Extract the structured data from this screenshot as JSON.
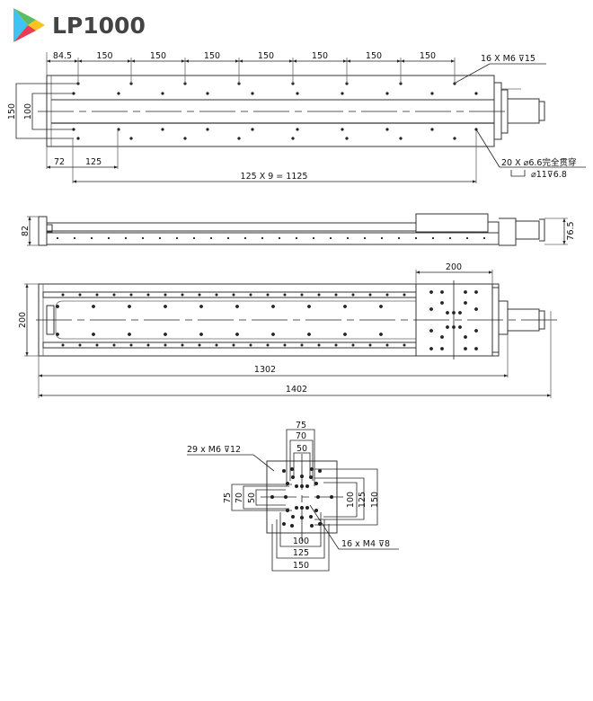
{
  "header": {
    "title": "LP1000",
    "logo": "play-triangle-logo"
  },
  "top_view": {
    "dims_top": [
      "84.5",
      "150",
      "150",
      "150",
      "150",
      "150",
      "150",
      "150"
    ],
    "callout_m6": "16 X M6 ⊽15",
    "dim_150": "150",
    "dim_100": "100",
    "dim_72": "72",
    "dim_125": "125",
    "dim_pitch": "125 X 9 = 1125",
    "callout_hole": "20 X ⌀6.6完全贯穿",
    "callout_cbore": "⌀11⊽6.8"
  },
  "side_view": {
    "dim_height": "82",
    "dim_motor": "76.5"
  },
  "plan_view": {
    "dim_carriage": "200",
    "dim_width": "200",
    "dim_stroke_body": "1302",
    "dim_total": "1402"
  },
  "carriage_detail": {
    "callout_m6": "29 x M6 ⊽12",
    "callout_m4": "16 x M4 ⊽8",
    "top": [
      "75",
      "70",
      "50"
    ],
    "left": [
      "75",
      "70",
      "50"
    ],
    "right": [
      "100",
      "125",
      "150"
    ],
    "bottom": [
      "100",
      "125",
      "150"
    ]
  }
}
